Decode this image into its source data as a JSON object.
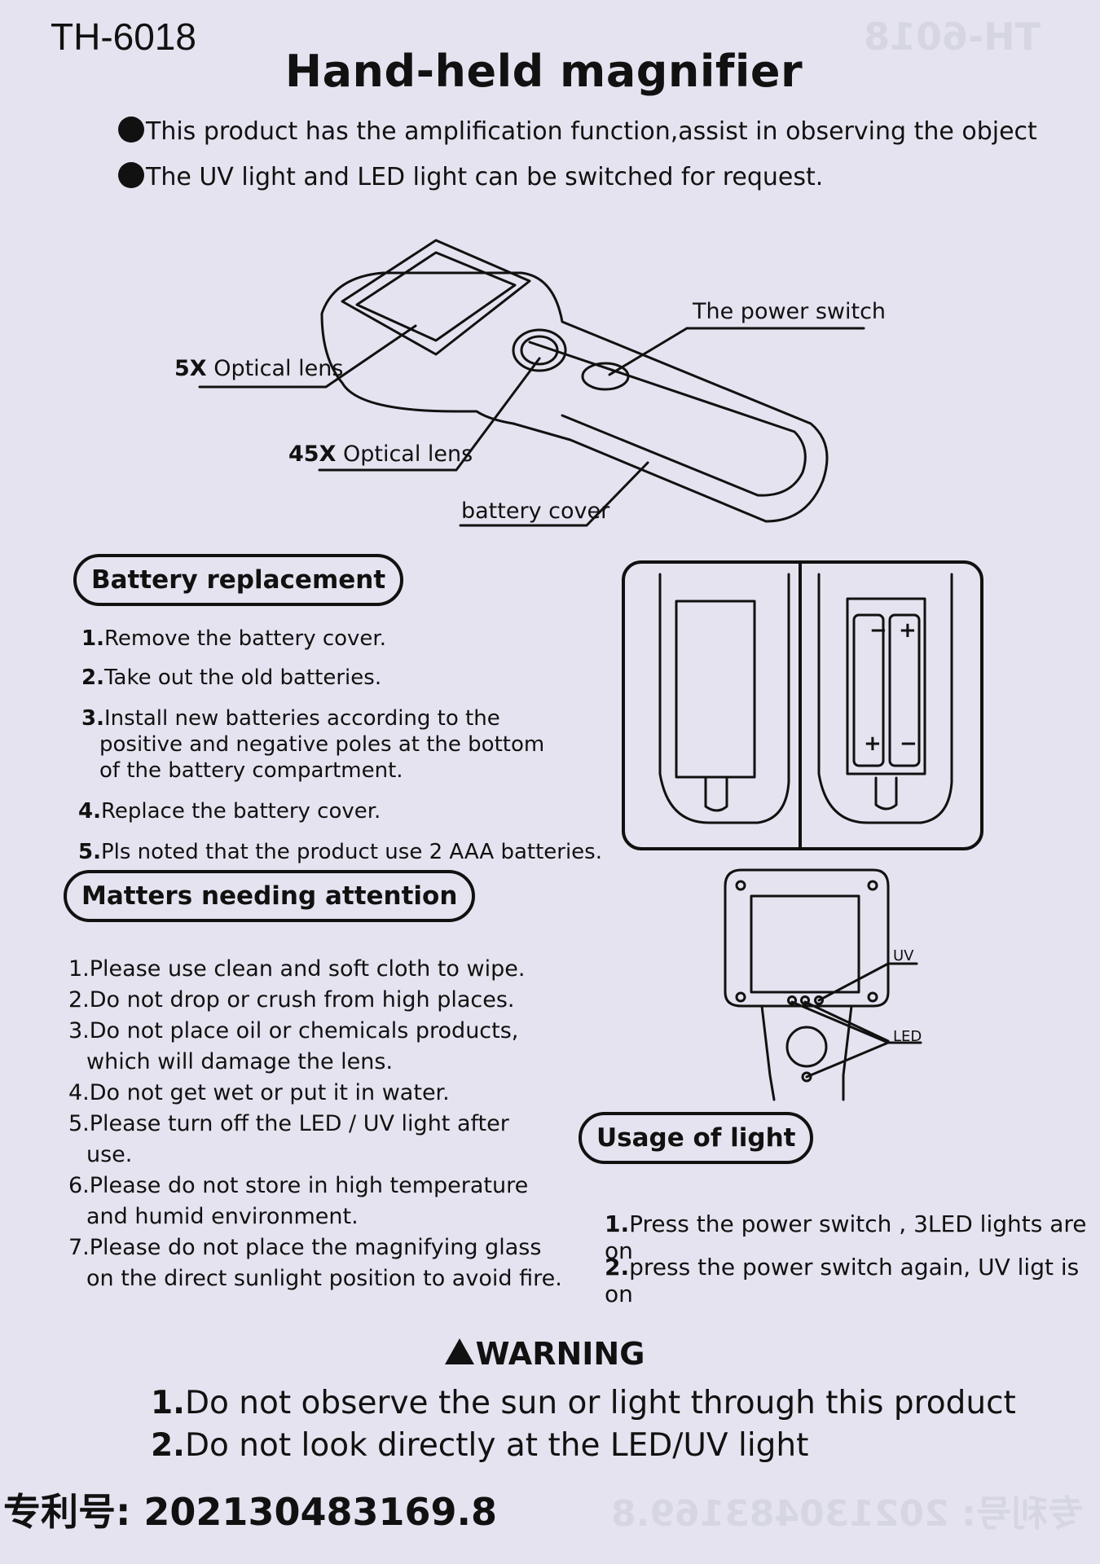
{
  "header": {
    "model": "TH-6018",
    "title": "Hand-held magnifier"
  },
  "features": [
    "This product has the amplification function,assist in observing the object",
    "The UV light and LED light can be switched for request."
  ],
  "diagram": {
    "power_switch": "The power switch",
    "lens_5x_bold": "5X",
    "lens_5x_rest": " Optical lens",
    "lens_45x_bold": "45X",
    "lens_45x_rest": " Optical lens",
    "battery_cover": "battery cover"
  },
  "battery": {
    "heading": "Battery replacement",
    "steps": [
      {
        "num": "1.",
        "text": "Remove the battery cover."
      },
      {
        "num": "2.",
        "text": "Take out the old batteries."
      },
      {
        "num": "3.",
        "text": "Install new batteries according to the",
        "line2": "positive and negative poles at the bottom",
        "line3": "of the battery compartment."
      },
      {
        "num": "4.",
        "text": "Replace the battery cover."
      },
      {
        "num": "5.",
        "text": "Pls noted that the product use 2 AAA batteries."
      }
    ]
  },
  "attention": {
    "heading": "Matters needing attention",
    "items": [
      "1.Please use clean and soft cloth to wipe.",
      "2.Do not drop or crush from high places.",
      "3.Do not place oil or chemicals products,",
      "which will damage the lens.",
      "4.Do not get wet or put it in water.",
      "5.Please turn off the LED / UV light after",
      "use.",
      "6.Please do not store in high temperature",
      "and humid environment.",
      "7.Please do not place the magnifying glass",
      "on the direct sunlight position to avoid fire."
    ]
  },
  "lights_diagram": {
    "uv": "UV",
    "led": "LED",
    "minus": "−",
    "plus": "+"
  },
  "usage": {
    "heading": "Usage of light",
    "items": [
      {
        "num": "1.",
        "text": "Press the power switch , 3LED lights are on"
      },
      {
        "num": "2.",
        "text": "press the power switch again, UV ligt is on"
      }
    ]
  },
  "warning": {
    "heading": "WARNING",
    "items": [
      {
        "num": "1.",
        "text": "Do not observe the sun or light through this product"
      },
      {
        "num": "2.",
        "text": "Do not  look directly at the LED/UV light"
      }
    ]
  },
  "patent": "专利号: 202130483169.8"
}
